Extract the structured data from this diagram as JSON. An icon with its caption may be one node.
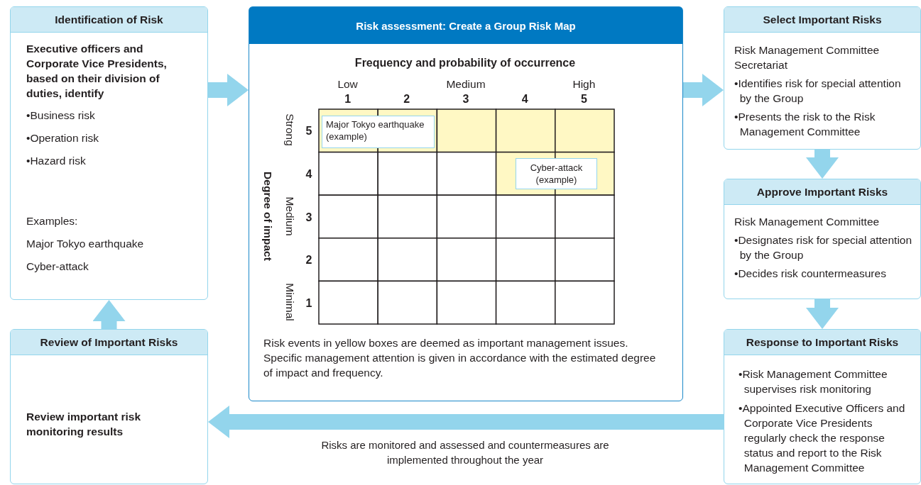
{
  "diagram": {
    "nodes": [
      {
        "text": [
          "Identification of Risk",
          "Executive officers and Corporate Vice Presidents, based on their division of duties, identify",
          "•Business risk",
          "•Operation risk",
          "•Hazard risk",
          "Examples:",
          "Major Tokyo earthquake",
          "Cyber-attack"
        ]
      },
      {
        "text": [
          "Risk assessment: Create a Group Risk Map",
          "Risk events in yellow boxes are deemed as important management issues. Specific management attention is given in accordance with the estimated degree of impact and frequency."
        ]
      },
      {
        "text": [
          "Major Tokyo earthquake (example)"
        ],
        "in": 1
      },
      {
        "text": [
          "Cyber-attack (example)"
        ],
        "in": 1
      },
      {
        "text": [
          "Select Important Risks",
          "Risk Management Committee Secretariat",
          "•Identifies risk for special attention by the Group",
          "•Presents the risk to the Risk Management Committee"
        ]
      },
      {
        "text": [
          "Approve Important Risks",
          "Risk Management Committee",
          "•Designates risk for special attention by the Group",
          "•Decides risk countermeasures"
        ]
      },
      {
        "text": [
          "Response to Important Risks",
          "•Risk Management Committee supervises risk monitoring",
          "•Appointed Executive Officers and Corporate Vice Presidents regularly check the response status and report to the Risk Management Committee"
        ]
      },
      {
        "text": [
          "Review of Important Risks",
          "Review important risk monitoring results"
        ]
      }
    ],
    "edges": [
      {
        "from": 0,
        "to": 1,
        "arrow": "to"
      },
      {
        "from": 1,
        "to": 4,
        "arrow": "to"
      },
      {
        "from": 4,
        "to": 5,
        "arrow": "to"
      },
      {
        "from": 5,
        "to": 6,
        "arrow": "to"
      },
      {
        "from": 6,
        "to": 7,
        "arrow": "to",
        "label": "Risks are monitored and assessed and countermeasures are implemented throughout the year"
      },
      {
        "from": 7,
        "to": 0,
        "arrow": "to"
      }
    ],
    "labels": [
      "Frequency and probability of occurrence",
      "Low",
      "Medium",
      "High",
      "1",
      "2",
      "3",
      "4",
      "5",
      "Strong",
      "5",
      "Degree of impact",
      "4",
      "Medium",
      "3",
      "2",
      "Minimal",
      "1"
    ]
  }
}
